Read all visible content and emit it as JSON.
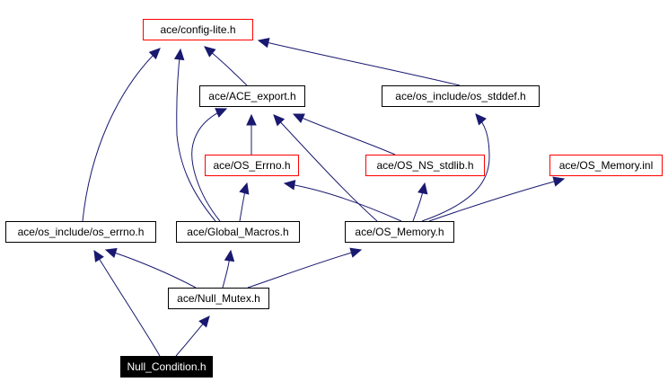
{
  "diagram": {
    "type": "include-dependency-graph",
    "colors": {
      "edge": "#191970",
      "node_border": "#000000",
      "external_node_border": "#ff0000",
      "root_fill": "#000000",
      "root_text": "#ffffff",
      "background": "#ffffff"
    },
    "nodes": [
      {
        "id": "config_lite",
        "label": "ace/config-lite.h",
        "style": "external"
      },
      {
        "id": "ace_export",
        "label": "ace/ACE_export.h",
        "style": "normal"
      },
      {
        "id": "os_stddef",
        "label": "ace/os_include/os_stddef.h",
        "style": "normal"
      },
      {
        "id": "os_errno_cpp",
        "label": "ace/OS_Errno.h",
        "style": "external"
      },
      {
        "id": "os_ns_stdlib",
        "label": "ace/OS_NS_stdlib.h",
        "style": "external"
      },
      {
        "id": "os_memory_inl",
        "label": "ace/OS_Memory.inl",
        "style": "external"
      },
      {
        "id": "os_errno_h",
        "label": "ace/os_include/os_errno.h",
        "style": "normal"
      },
      {
        "id": "global_macros",
        "label": "ace/Global_Macros.h",
        "style": "normal"
      },
      {
        "id": "os_memory",
        "label": "ace/OS_Memory.h",
        "style": "normal"
      },
      {
        "id": "null_mutex",
        "label": "ace/Null_Mutex.h",
        "style": "normal"
      },
      {
        "id": "null_condition",
        "label": "Null_Condition.h",
        "style": "root"
      }
    ],
    "edges": [
      {
        "from": "ace_export",
        "to": "config_lite"
      },
      {
        "from": "os_stddef",
        "to": "config_lite"
      },
      {
        "from": "os_errno_h",
        "to": "config_lite"
      },
      {
        "from": "global_macros",
        "to": "config_lite"
      },
      {
        "from": "global_macros",
        "to": "ace_export"
      },
      {
        "from": "os_errno_cpp",
        "to": "ace_export"
      },
      {
        "from": "os_ns_stdlib",
        "to": "ace_export"
      },
      {
        "from": "os_memory",
        "to": "ace_export"
      },
      {
        "from": "os_memory",
        "to": "os_stddef"
      },
      {
        "from": "global_macros",
        "to": "os_errno_cpp"
      },
      {
        "from": "os_memory",
        "to": "os_errno_cpp"
      },
      {
        "from": "os_memory",
        "to": "os_ns_stdlib"
      },
      {
        "from": "os_memory",
        "to": "os_memory_inl"
      },
      {
        "from": "null_mutex",
        "to": "os_errno_h"
      },
      {
        "from": "null_mutex",
        "to": "global_macros"
      },
      {
        "from": "null_mutex",
        "to": "os_memory"
      },
      {
        "from": "null_condition",
        "to": "os_errno_h"
      },
      {
        "from": "null_condition",
        "to": "null_mutex"
      }
    ]
  }
}
